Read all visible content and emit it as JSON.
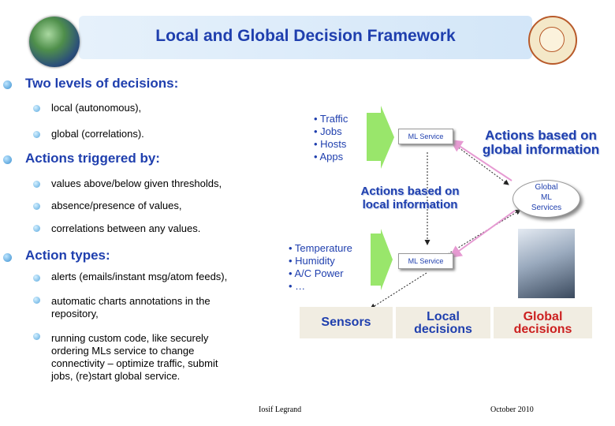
{
  "title": "Local and Global Decision Framework",
  "sections": {
    "levels": {
      "heading": "Two levels of decisions:",
      "items": [
        "local (autonomous),",
        "global (correlations)."
      ]
    },
    "triggers": {
      "heading": "Actions triggered by:",
      "items": [
        "values above/below given thresholds,",
        "absence/presence of values,",
        "correlations between any values."
      ]
    },
    "types": {
      "heading": "Action types:",
      "items": [
        [
          "alerts (emails/instant msg/atom feeds),"
        ],
        [
          "automatic charts annotations in the",
          "repository,"
        ],
        [
          "running custom code,  like securely",
          "ordering MLs service to change",
          "connectivity  – optimize traffic, submit",
          "jobs, (re)start global service."
        ]
      ]
    }
  },
  "diagram": {
    "top_inputs": [
      "• Traffic",
      "• Jobs",
      "• Hosts",
      "• Apps"
    ],
    "bottom_inputs": [
      "• Temperature",
      "• Humidity",
      "• A/C Power",
      "• …"
    ],
    "ml_service_top": "ML Service",
    "ml_service_bottom": "ML Service",
    "global_info": [
      "Actions based on",
      "global information"
    ],
    "local_info": [
      "Actions based on",
      "local information"
    ],
    "global_ml": [
      "Global",
      "ML",
      "Services"
    ],
    "sensors": "Sensors",
    "local_decisions": [
      "Local",
      "decisions"
    ],
    "global_decisions": [
      "Global",
      "decisions"
    ]
  },
  "footer": {
    "author": "Iosif Legrand",
    "date": "October 2010"
  },
  "colors": {
    "title": "#1f3fae",
    "arrow_green": "#99e66b",
    "decision_bg": "#f1ede2"
  }
}
